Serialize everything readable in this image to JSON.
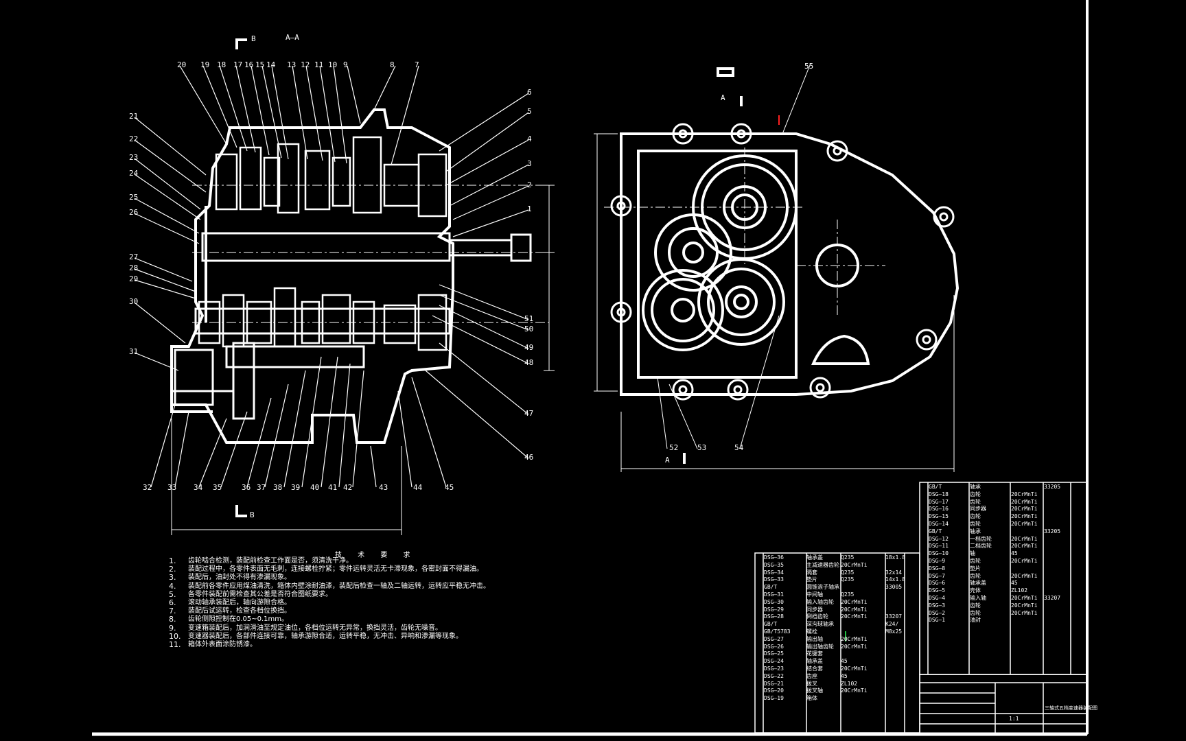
{
  "view_labels": {
    "section_aa": "A—A",
    "section_b_top": "B",
    "section_b_bottom": "B",
    "right_a_top": "A",
    "right_a_bottom": "A"
  },
  "part_numbers": {
    "left_top": [
      "20",
      "19",
      "18",
      "17",
      "16",
      "15",
      "14",
      "13",
      "12",
      "11",
      "10",
      "9",
      "8",
      "7"
    ],
    "left_side": [
      "21",
      "22",
      "23",
      "24",
      "25",
      "26",
      "27",
      "28",
      "29",
      "30",
      "31"
    ],
    "right_side": [
      "6",
      "5",
      "4",
      "3",
      "2",
      "1",
      "51",
      "50",
      "49",
      "48",
      "47",
      "46"
    ],
    "left_bottom": [
      "32",
      "33",
      "34",
      "35",
      "36",
      "37",
      "38",
      "39",
      "40",
      "41",
      "42",
      "43",
      "44",
      "45"
    ],
    "right_view": [
      "55",
      "52",
      "53",
      "54"
    ]
  },
  "notes": {
    "title": "技 术 要 求",
    "items": [
      {
        "num": "1.",
        "text": "齿轮啮合检测，装配前检查工作面是否，须清洗干净。"
      },
      {
        "num": "2.",
        "text": "装配过程中，各零件表面无毛刺，连接螺栓拧紧；零件运转灵活无卡滞现象，各密封面不得漏油。"
      },
      {
        "num": "3.",
        "text": "装配后，油封处不得有渗漏现象。"
      },
      {
        "num": "4.",
        "text": "装配前各零件应用煤油清洗，箱体内壁涂耐油漆，装配后检查一轴及二轴运转，运转应平稳无冲击。"
      },
      {
        "num": "5.",
        "text": "各零件装配前需检查其公差是否符合图纸要求。"
      },
      {
        "num": "6.",
        "text": "滚动轴承装配后，轴向游隙合格。"
      },
      {
        "num": "7.",
        "text": "装配后试运转，检查各档位换挡。"
      },
      {
        "num": "8.",
        "text": "齿轮侧隙控制在0.05~0.1mm。"
      },
      {
        "num": "9.",
        "text": "变速箱装配后，加润滑油至规定油位，各档位运转无异常，换挡灵活，齿轮无噪音。"
      },
      {
        "num": "10.",
        "text": "变速器装配后，各部件连接可靠，轴承游隙合适，运转平稳，无冲击、异响和渗漏等现象。"
      },
      {
        "num": "11.",
        "text": "箱体外表面涂防锈漆。"
      }
    ]
  },
  "bom_left": [
    {
      "code": "DSG—36",
      "name": "轴承盖",
      "mat": "Q235",
      "extra": "18x1.8"
    },
    {
      "code": "DSG—35",
      "name": "主减速器齿轮",
      "mat": "20CrMnTi",
      "extra": ""
    },
    {
      "code": "DSG—34",
      "name": "隔套",
      "mat": "Q235",
      "extra": "32x14"
    },
    {
      "code": "DSG—33",
      "name": "垫片",
      "mat": "Q235",
      "extra": "14x1.8"
    },
    {
      "code": "GB/T",
      "name": "圆锥滚子轴承",
      "mat": "",
      "extra": "33005"
    },
    {
      "code": "DSG—31",
      "name": "中间轴",
      "mat": "Q235",
      "extra": ""
    },
    {
      "code": "DSG—30",
      "name": "输入轴齿轮",
      "mat": "20CrMnTi",
      "extra": ""
    },
    {
      "code": "DSG—29",
      "name": "同步器",
      "mat": "20CrMnTi",
      "extra": ""
    },
    {
      "code": "DSG—28",
      "name": "倒档齿轮",
      "mat": "20CrMnTi",
      "extra": "33207"
    },
    {
      "code": "GB/T",
      "name": "深沟球轴承",
      "mat": "",
      "extra": "K24/"
    },
    {
      "code": "GB/T5783",
      "name": "螺栓",
      "mat": "",
      "extra": "M8x25"
    },
    {
      "code": "DSG—27",
      "name": "输出轴",
      "mat": "20CrMnTi",
      "extra": ""
    },
    {
      "code": "DSG—26",
      "name": "输出轴齿轮",
      "mat": "20CrMnTi",
      "extra": ""
    },
    {
      "code": "DSG—25",
      "name": "花键套",
      "mat": "",
      "extra": ""
    },
    {
      "code": "DSG—24",
      "name": "轴承盖",
      "mat": "45",
      "extra": ""
    },
    {
      "code": "DSG—23",
      "name": "结合套",
      "mat": "20CrMnTi",
      "extra": ""
    },
    {
      "code": "DSG—22",
      "name": "齿座",
      "mat": "45",
      "extra": ""
    },
    {
      "code": "DSG—21",
      "name": "拨叉",
      "mat": "ZL102",
      "extra": ""
    },
    {
      "code": "DSG—20",
      "name": "拨叉轴",
      "mat": "20CrMnTi",
      "extra": ""
    },
    {
      "code": "DSG—19",
      "name": "箱体",
      "mat": "",
      "extra": ""
    }
  ],
  "bom_right": [
    {
      "code": "GB/T",
      "name": "轴承",
      "mat": "",
      "extra": "33205"
    },
    {
      "code": "DSG—18",
      "name": "齿轮",
      "mat": "20CrMnTi",
      "extra": ""
    },
    {
      "code": "DSG—17",
      "name": "齿轮",
      "mat": "20CrMnTi",
      "extra": ""
    },
    {
      "code": "DSG—16",
      "name": "同步器",
      "mat": "20CrMnTi",
      "extra": ""
    },
    {
      "code": "DSG—15",
      "name": "齿轮",
      "mat": "20CrMnTi",
      "extra": ""
    },
    {
      "code": "DSG—14",
      "name": "齿轮",
      "mat": "20CrMnTi",
      "extra": ""
    },
    {
      "code": "GB/T",
      "name": "轴承",
      "mat": "",
      "extra": "33205"
    },
    {
      "code": "DSG—12",
      "name": "一档齿轮",
      "mat": "20CrMnTi",
      "extra": ""
    },
    {
      "code": "DSG—11",
      "name": "二档齿轮",
      "mat": "20CrMnTi",
      "extra": ""
    },
    {
      "code": "DSG—10",
      "name": "轴",
      "mat": "45",
      "extra": ""
    },
    {
      "code": "DSG—9",
      "name": "齿轮",
      "mat": "20CrMnTi",
      "extra": ""
    },
    {
      "code": "DSG—8",
      "name": "垫片",
      "mat": "",
      "extra": ""
    },
    {
      "code": "DSG—7",
      "name": "齿轮",
      "mat": "20CrMnTi",
      "extra": ""
    },
    {
      "code": "DSG—6",
      "name": "轴承盖",
      "mat": "45",
      "extra": ""
    },
    {
      "code": "DSG—5",
      "name": "壳体",
      "mat": "ZL102",
      "extra": ""
    },
    {
      "code": "DSG—4",
      "name": "输入轴",
      "mat": "20CrMnTi",
      "extra": "33207"
    },
    {
      "code": "DSG—3",
      "name": "齿轮",
      "mat": "20CrMnTi",
      "extra": ""
    },
    {
      "code": "DSG—2",
      "name": "齿轮",
      "mat": "20CrMnTi",
      "extra": ""
    },
    {
      "code": "DSG—1",
      "name": "油封",
      "mat": "",
      "extra": ""
    }
  ],
  "title_block": {
    "drawing_name": "三轴式五档变速器装配图",
    "scale": "1:1"
  },
  "colors": {
    "line": "#ffffff",
    "background": "#000000",
    "accent_red": "#ff2020",
    "accent_green": "#20c040"
  }
}
